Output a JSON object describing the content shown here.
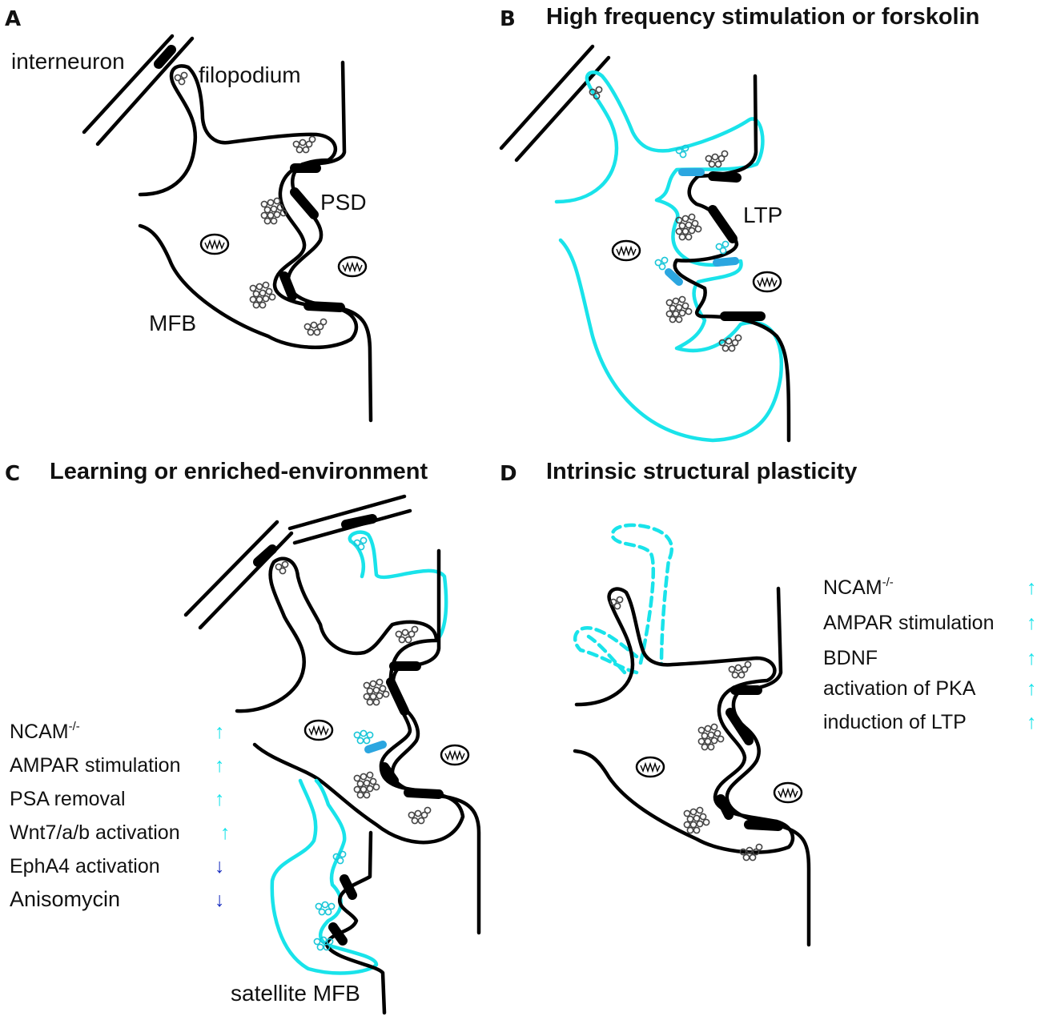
{
  "panels": {
    "a": {
      "letter": "A",
      "labels": {
        "interneuron": "interneuron",
        "filopodium": "filopodium",
        "psd": "PSD",
        "mfb": "MFB"
      }
    },
    "b": {
      "letter": "B",
      "title": "High frequency stimulation or forskolin",
      "labels": {
        "ltp": "LTP"
      }
    },
    "c": {
      "letter": "C",
      "title": "Learning or enriched-environment",
      "labels": {
        "satellite": "satellite MFB"
      },
      "factors": [
        {
          "name": "NCAM",
          "sup": "-/-",
          "arrow": "↑",
          "direction": "up"
        },
        {
          "name": "AMPAR stimulation",
          "sup": "",
          "arrow": "↑",
          "direction": "up"
        },
        {
          "name": "PSA removal",
          "sup": "",
          "arrow": "↑",
          "direction": "up"
        },
        {
          "name": "Wnt7/a/b activation",
          "sup": "",
          "arrow": "↑",
          "direction": "up"
        },
        {
          "name": "EphA4 activation",
          "sup": "",
          "arrow": "↓",
          "direction": "down"
        },
        {
          "name": "Anisomycin",
          "sup": "",
          "arrow": "↓",
          "direction": "down"
        }
      ]
    },
    "d": {
      "letter": "D",
      "title": "Intrinsic structural plasticity",
      "factors": [
        {
          "name": "NCAM",
          "sup": "-/-",
          "arrow": "↑",
          "direction": "up"
        },
        {
          "name": "AMPAR stimulation",
          "sup": "",
          "arrow": "↑",
          "direction": "up"
        },
        {
          "name": "BDNF",
          "sup": "",
          "arrow": "↑",
          "direction": "up"
        },
        {
          "name": "activation of PKA",
          "sup": "",
          "arrow": "↑",
          "direction": "up"
        },
        {
          "name": "induction of LTP",
          "sup": "",
          "arrow": "↑",
          "direction": "up"
        }
      ]
    }
  },
  "colors": {
    "cyan_outline": "#19e3ea",
    "up_arrow": "#19e3ea",
    "down_arrow": "#1a2fbf",
    "modified_psd": "#2ba6e0",
    "black": "#000000"
  }
}
